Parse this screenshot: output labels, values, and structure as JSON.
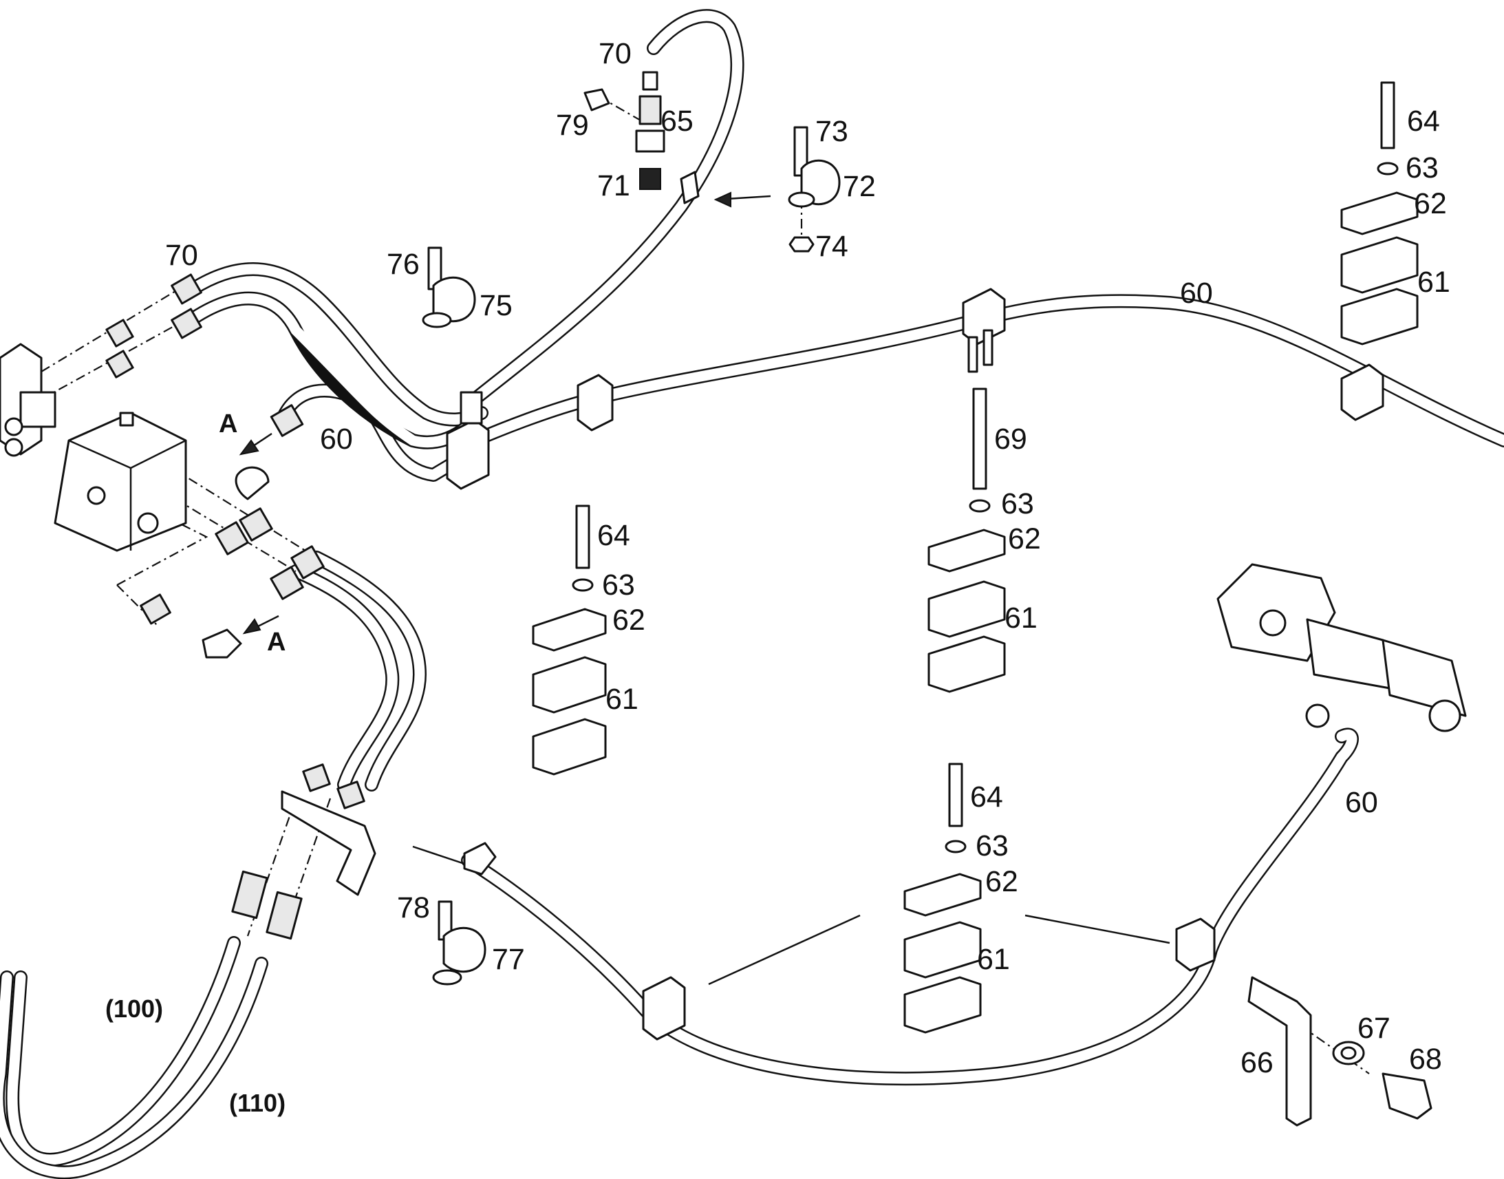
{
  "callouts": [
    {
      "text": "70"
    },
    {
      "text": "65"
    },
    {
      "text": "79"
    },
    {
      "text": "71"
    },
    {
      "text": "73"
    },
    {
      "text": "72"
    },
    {
      "text": "74"
    },
    {
      "text": "76"
    },
    {
      "text": "75"
    },
    {
      "text": "70"
    },
    {
      "text": "60"
    },
    {
      "text": "A"
    },
    {
      "text": "A"
    },
    {
      "text": "64"
    },
    {
      "text": "63"
    },
    {
      "text": "62"
    },
    {
      "text": "61"
    },
    {
      "text": "60"
    },
    {
      "text": "69"
    },
    {
      "text": "63"
    },
    {
      "text": "62"
    },
    {
      "text": "61"
    },
    {
      "text": "64"
    },
    {
      "text": "63"
    },
    {
      "text": "62"
    },
    {
      "text": "61"
    },
    {
      "text": "64"
    },
    {
      "text": "63"
    },
    {
      "text": "62"
    },
    {
      "text": "61"
    },
    {
      "text": "60"
    },
    {
      "text": "78"
    },
    {
      "text": "77"
    },
    {
      "text": "66"
    },
    {
      "text": "67"
    },
    {
      "text": "68"
    }
  ],
  "groups": [
    {
      "text": "(100)"
    },
    {
      "text": "(110)"
    }
  ]
}
